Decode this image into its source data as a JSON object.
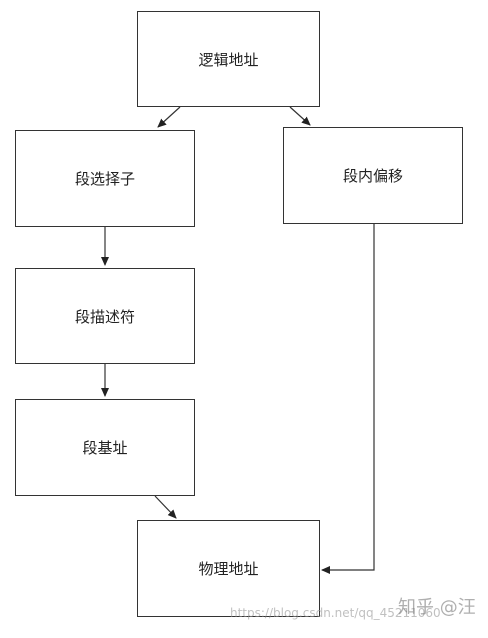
{
  "diagram": {
    "nodes": {
      "logical_address": "逻辑地址",
      "segment_selector": "段选择子",
      "segment_offset": "段内偏移",
      "segment_descriptor": "段描述符",
      "segment_base": "段基址",
      "physical_address": "物理地址"
    },
    "edges": [
      {
        "from": "logical_address",
        "to": "segment_selector"
      },
      {
        "from": "logical_address",
        "to": "segment_offset"
      },
      {
        "from": "segment_selector",
        "to": "segment_descriptor"
      },
      {
        "from": "segment_descriptor",
        "to": "segment_base"
      },
      {
        "from": "segment_base",
        "to": "physical_address"
      },
      {
        "from": "segment_offset",
        "to": "physical_address"
      }
    ],
    "line_color": "#333333"
  },
  "watermark": {
    "url_text": "https://blog.csdn.net/qq_45211060",
    "zhihu_text": "知乎 @汪"
  }
}
